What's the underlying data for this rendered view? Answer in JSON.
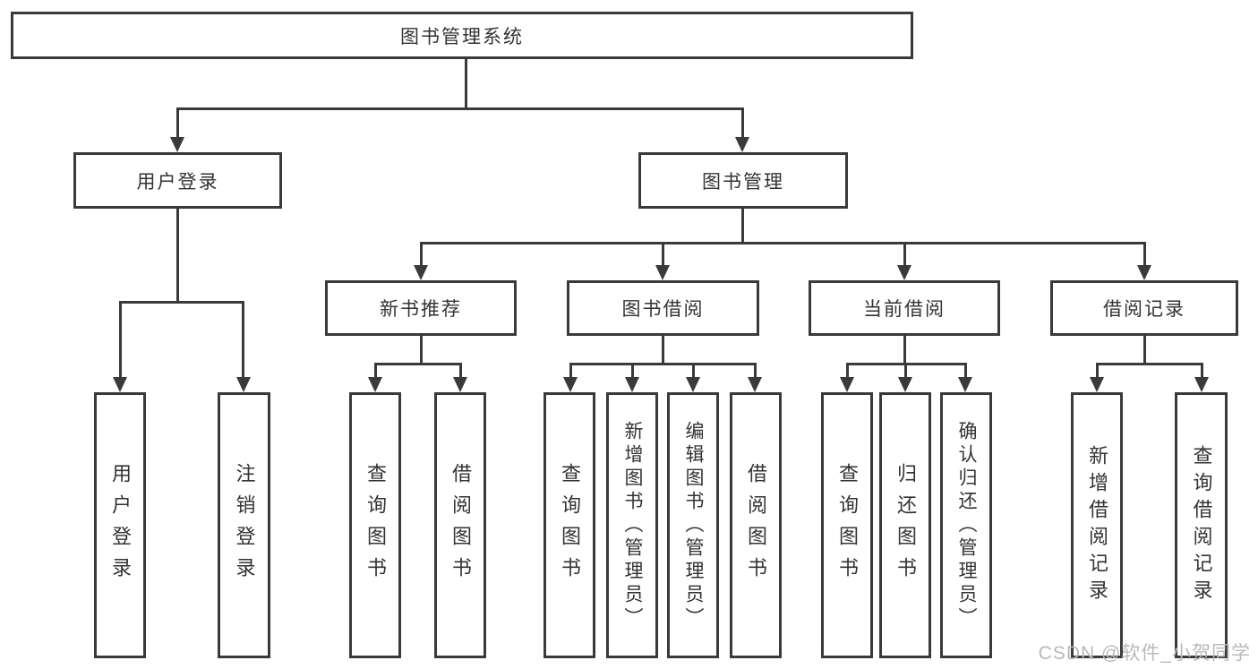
{
  "tree": {
    "root": "图书管理系统",
    "branches": [
      {
        "label": "用户登录",
        "children": [
          "用户登录",
          "注销登录"
        ]
      },
      {
        "label": "图书管理",
        "sections": [
          {
            "label": "新书推荐",
            "children": [
              "查询图书",
              "借阅图书"
            ]
          },
          {
            "label": "图书借阅",
            "children": [
              "查询图书",
              "新增图书（管理员）",
              "编辑图书（管理员）",
              "借阅图书"
            ]
          },
          {
            "label": "当前借阅",
            "children": [
              "查询图书",
              "归还图书",
              "确认归还（管理员）"
            ]
          },
          {
            "label": "借阅记录",
            "children": [
              "新增借阅记录",
              "查询借阅记录"
            ]
          }
        ]
      }
    ]
  },
  "watermark": "CSDN @软件_小贺同学",
  "colors": {
    "line": "#3a3a3a",
    "text": "#333333",
    "watermark": "#b9b9b9",
    "background": "#ffffff"
  }
}
